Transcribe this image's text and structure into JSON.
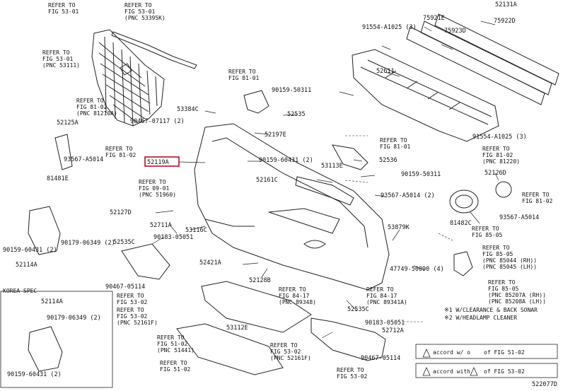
{
  "diagram_id": "522077D",
  "highlight_part": "52119A",
  "parts": [
    {
      "code": "75921E"
    },
    {
      "code": "52131A"
    },
    {
      "code": "91554-A1025 (3)"
    },
    {
      "code": "75923D"
    },
    {
      "code": "75922D"
    },
    {
      "code": "52611"
    },
    {
      "code": "90159-50311"
    },
    {
      "code": "52535"
    },
    {
      "code": "53384C"
    },
    {
      "code": "90467-07117 (2)"
    },
    {
      "code": "52197E"
    },
    {
      "code": "91554-A1025 (3)"
    },
    {
      "code": "52125A"
    },
    {
      "code": "93567-A5014"
    },
    {
      "code": "81481E"
    },
    {
      "code": "52119A"
    },
    {
      "code": "90159-60431 (2)"
    },
    {
      "code": "53113E"
    },
    {
      "code": "52536"
    },
    {
      "code": "90159-50311"
    },
    {
      "code": "52161C"
    },
    {
      "code": "93567-A5014 (2)"
    },
    {
      "code": "52126D"
    },
    {
      "code": "81482C"
    },
    {
      "code": "93567-A5014"
    },
    {
      "code": "52127D"
    },
    {
      "code": "53116C"
    },
    {
      "code": "53879K"
    },
    {
      "code": "52711A"
    },
    {
      "code": "90183-05051"
    },
    {
      "code": "52535C"
    },
    {
      "code": "90159-60431 (2)"
    },
    {
      "code": "90179-06349 (2)"
    },
    {
      "code": "52114A"
    },
    {
      "code": "52421A"
    },
    {
      "code": "47749-50090 (4)"
    },
    {
      "code": "90467-05114"
    },
    {
      "code": "52128B"
    },
    {
      "code": "52535C"
    },
    {
      "code": "90183-05051"
    },
    {
      "code": "52712A"
    },
    {
      "code": "53112E"
    },
    {
      "code": "52114A"
    },
    {
      "code": "90179-06349 (2)"
    },
    {
      "code": "90159-60431 (2)"
    },
    {
      "code": "90467-05114"
    }
  ],
  "refs": [
    {
      "lines": [
        "REFER TO",
        "FIG 53-01"
      ]
    },
    {
      "lines": [
        "REFER TO",
        "FIG 53-01",
        "(PNC 53395K)"
      ]
    },
    {
      "lines": [
        "REFER TO",
        "FIG 53-01",
        "(PNC 53111)"
      ]
    },
    {
      "lines": [
        "REFER TO",
        "FIG 81-01"
      ]
    },
    {
      "lines": [
        "REFER TO",
        "FIG 81-02",
        "(PNC 81210A)"
      ]
    },
    {
      "lines": [
        "REFER TO",
        "FIG 81-02"
      ]
    },
    {
      "lines": [
        "REFER TO",
        "FIG 81-01"
      ]
    },
    {
      "lines": [
        "REFER TO",
        "FIG 81-02",
        "(PNC 81220)"
      ]
    },
    {
      "lines": [
        "REFER TO",
        "FIG 81-02"
      ]
    },
    {
      "lines": [
        "REFER TO",
        "FIG 09-01",
        "(PNC 51960)"
      ]
    },
    {
      "lines": [
        "REFER TO",
        "FIG 85-05"
      ]
    },
    {
      "lines": [
        "REFER TO",
        "FIG 85-05",
        "(PNC 85044 (RH))",
        "(PNC 85045 (LH))"
      ]
    },
    {
      "lines": [
        "REFER TO",
        "FIG 85-05",
        "(PNC 85207A (RH))",
        "(PNC 85208A (LH))"
      ]
    },
    {
      "lines": [
        "REFER TO",
        "FIG 84-17",
        "(PNC 89348)"
      ]
    },
    {
      "lines": [
        "REFER TO",
        "FIG 84-17",
        "(PNC 89341A)"
      ]
    },
    {
      "lines": [
        "REFER TO",
        "FIG 53-02"
      ]
    },
    {
      "lines": [
        "REFER TO",
        "FIG 53-02",
        "(PNC 52161F)"
      ]
    },
    {
      "lines": [
        "REFER TO",
        "FIG 51-02",
        "(PNC 51441)"
      ]
    },
    {
      "lines": [
        "REFER TO",
        "FIG 53-02",
        "(PNC 52161F)"
      ]
    },
    {
      "lines": [
        "REFER TO",
        "FIG 51-02"
      ]
    },
    {
      "lines": [
        "REFER TO",
        "FIG 53-02"
      ]
    }
  ],
  "korea_spec": "KOREA SPEC",
  "notes": {
    "note1": "※1 W/CLEARANCE & BACK SONAR",
    "note2": "※2 W/HEADLAMP CLEANER"
  },
  "legend": {
    "row1": [
      "accord w/ o",
      "of FIG 51-02"
    ],
    "row2": [
      "accord with",
      "of FIG 53-02"
    ]
  }
}
